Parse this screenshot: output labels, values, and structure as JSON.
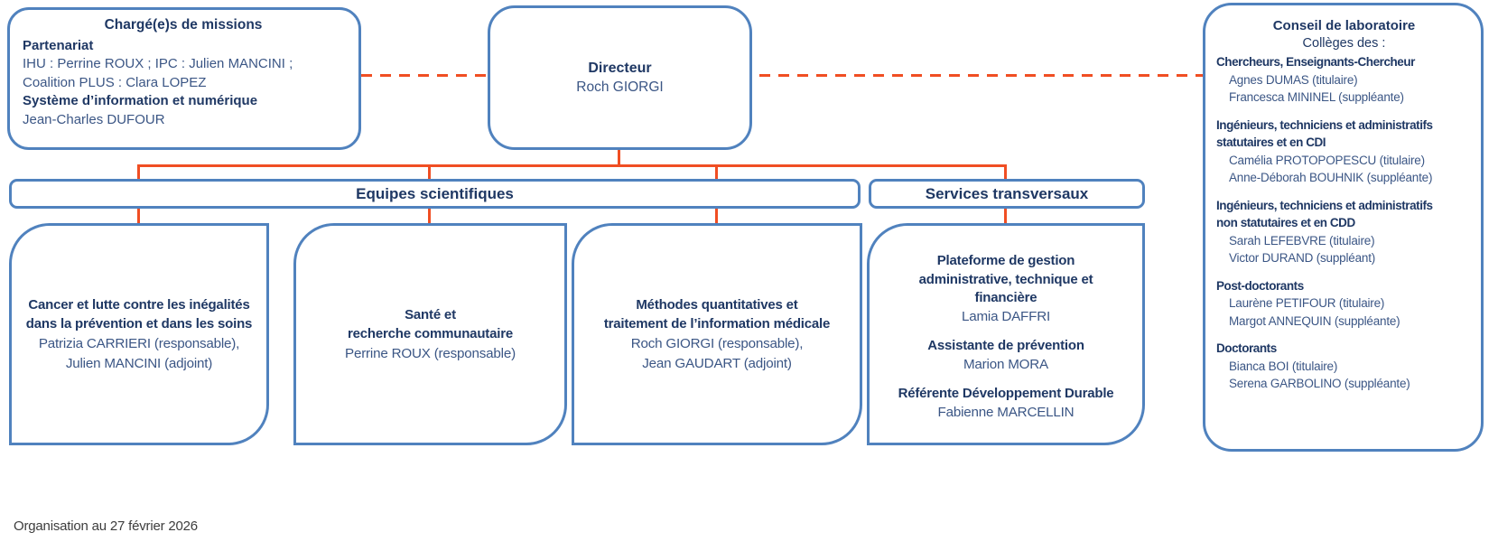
{
  "colors": {
    "border_blue": "#5082be",
    "heading_navy": "#1f3864",
    "body_blue": "#3b5685",
    "connector_orange": "#f04e23"
  },
  "charges": {
    "title": "Chargé(e)s de missions",
    "sections": [
      {
        "heading": "Partenariat",
        "lines": [
          "IHU : Perrine ROUX ; IPC : Julien MANCINI ;",
          "Coalition PLUS : Clara LOPEZ"
        ]
      },
      {
        "heading": "Système d’information et numérique",
        "lines": [
          "Jean-Charles DUFOUR"
        ]
      }
    ]
  },
  "directeur": {
    "title": "Directeur",
    "name": "Roch GIORGI"
  },
  "bands": {
    "equipes": "Equipes scientifiques",
    "services": "Services transversaux"
  },
  "teams": [
    {
      "title_lines": [
        "Cancer et lutte contre les inégalités",
        "dans la prévention et dans les soins"
      ],
      "members": [
        "Patrizia CARRIERI (responsable),",
        "Julien MANCINI (adjoint)"
      ]
    },
    {
      "title_lines": [
        "Santé et",
        "recherche communautaire"
      ],
      "members": [
        "Perrine ROUX (responsable)"
      ]
    },
    {
      "title_lines": [
        "Méthodes quantitatives et",
        "traitement de l’information médicale"
      ],
      "members": [
        "Roch GIORGI (responsable),",
        "Jean GAUDART (adjoint)"
      ]
    }
  ],
  "services_box": {
    "groups": [
      {
        "title_lines": [
          "Plateforme de gestion",
          "administrative, technique et",
          "financière"
        ],
        "name": "Lamia DAFFRI"
      },
      {
        "title_lines": [
          "Assistante de prévention"
        ],
        "name": "Marion MORA"
      },
      {
        "title_lines": [
          "Référente Développement Durable"
        ],
        "name": "Fabienne MARCELLIN"
      }
    ]
  },
  "conseil": {
    "title": "Conseil de laboratoire",
    "subtitle": "Collèges des :",
    "colleges": [
      {
        "heading_lines": [
          "Chercheurs, Enseignants-Chercheur"
        ],
        "members": [
          "Agnes DUMAS (titulaire)",
          "Francesca MININEL (suppléante)"
        ]
      },
      {
        "heading_lines": [
          "Ingénieurs, techniciens et administratifs",
          "statutaires et en CDI"
        ],
        "members": [
          "Camélia PROTOPOPESCU (titulaire)",
          "Anne-Déborah BOUHNIK (suppléante)"
        ]
      },
      {
        "heading_lines": [
          "Ingénieurs, techniciens et administratifs",
          "non statutaires et en CDD"
        ],
        "members": [
          "Sarah LEFEBVRE (titulaire)",
          "Victor DURAND (suppléant)"
        ]
      },
      {
        "heading_lines": [
          "Post-doctorants"
        ],
        "members": [
          "Laurène PETIFOUR (titulaire)",
          "Margot ANNEQUIN (suppléante)"
        ]
      },
      {
        "heading_lines": [
          "Doctorants"
        ],
        "members": [
          "Bianca BOI (titulaire)",
          "Serena GARBOLINO (suppléante)"
        ]
      }
    ]
  },
  "footer": {
    "note": "Organisation au 27 février 2026"
  }
}
